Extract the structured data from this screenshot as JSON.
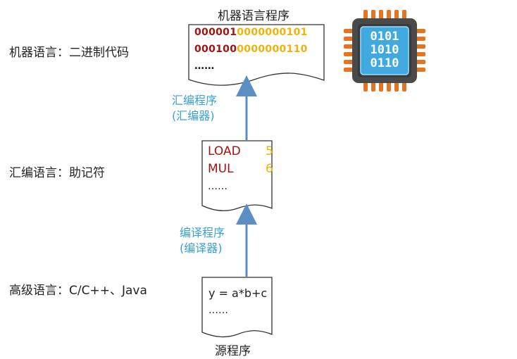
{
  "levels": {
    "machine": "机器语言：二进制代码",
    "assembly": "汇编语言：助记符",
    "high": "高级语言：C/C++、Java"
  },
  "machine_doc": {
    "title": "机器语言程序",
    "lines": [
      {
        "op": "000001",
        "data": "0000000101"
      },
      {
        "op": "000100",
        "data": "0000000110"
      }
    ],
    "more": "……"
  },
  "assembly_doc": {
    "lines": [
      {
        "op": "LOAD",
        "val": "5"
      },
      {
        "op": "MUL",
        "val": "6"
      }
    ],
    "more": "……"
  },
  "source_doc": {
    "title": "源程序",
    "code": "y = a*b+c",
    "more": "……"
  },
  "arrows": {
    "assembler": {
      "line1": "汇编程序",
      "line2": "(汇编器)"
    },
    "compiler": {
      "line1": "编译程序",
      "line2": "(编译器)"
    }
  },
  "chip": {
    "rows": [
      "0101",
      "1010",
      "0110"
    ],
    "colors": {
      "pins": "#e8731e",
      "body": "#4a4a4a",
      "die": "#3fa9e0"
    }
  },
  "colors": {
    "opcode": "#a01414",
    "operand": "#ecb40c",
    "arrow": "#5b8fc4",
    "arrow_label": "#3aa0d3"
  }
}
